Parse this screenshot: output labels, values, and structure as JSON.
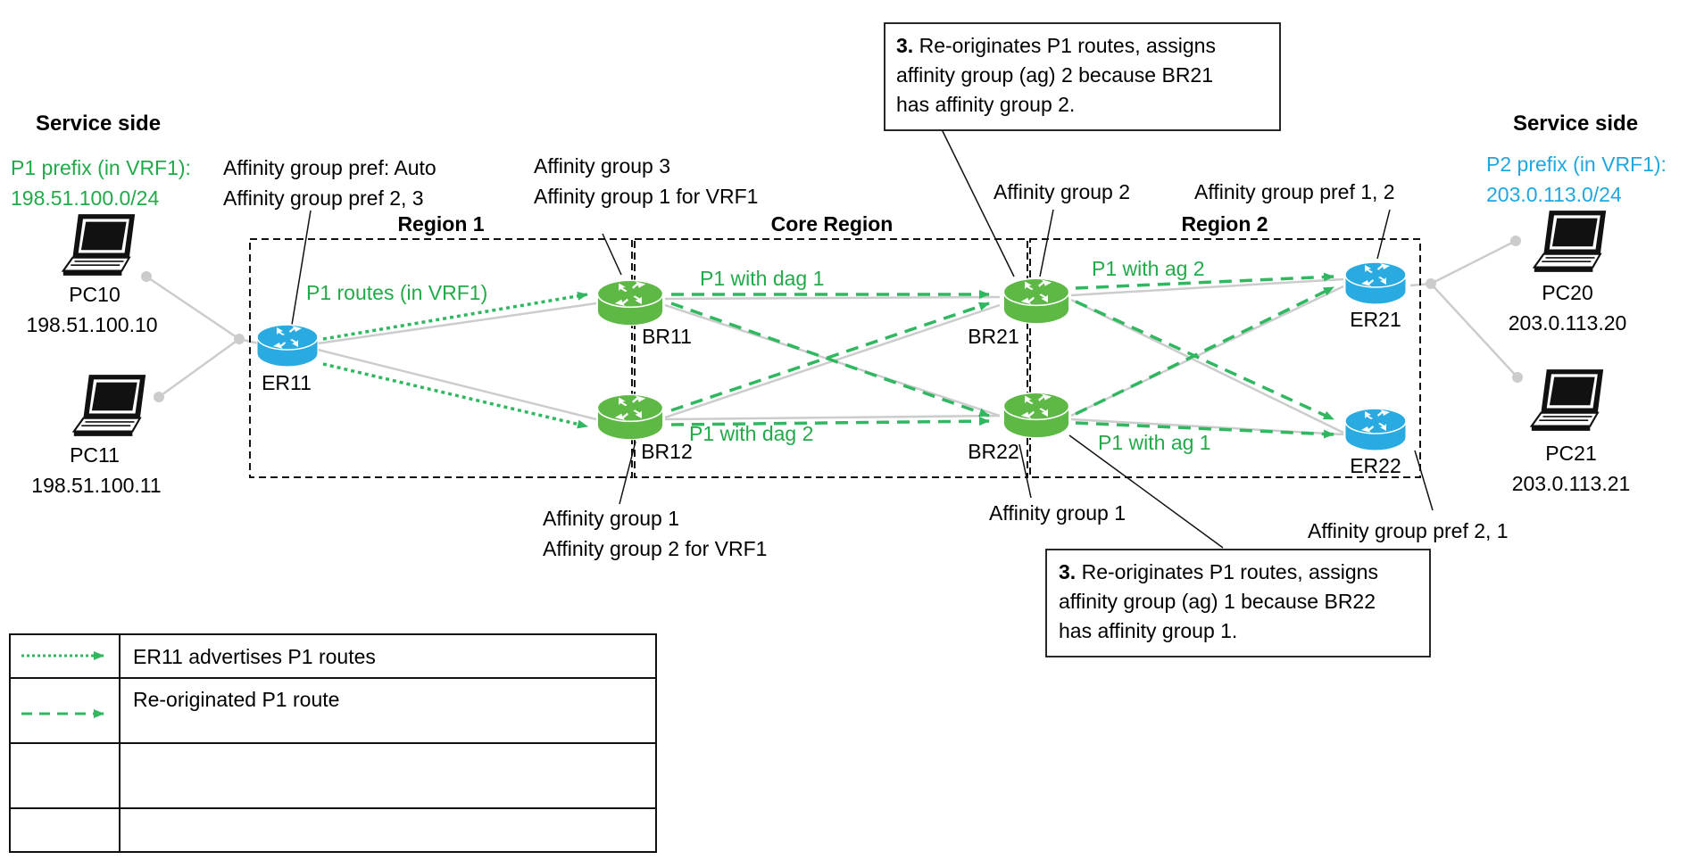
{
  "colors": {
    "edge_router": "#29abe2",
    "border_router": "#5db845",
    "route_green": "#2fb860",
    "p1_prefix": "#22aa4a",
    "p2_prefix": "#1fa7e0",
    "link_gray": "#cccccc",
    "text": "#000000"
  },
  "left_side": {
    "heading": "Service side",
    "prefix_label": "P1 prefix (in VRF1):",
    "prefix_value": "198.51.100.0/24",
    "pc10": {
      "name": "PC10",
      "ip": "198.51.100.10"
    },
    "pc11": {
      "name": "PC11",
      "ip": "198.51.100.11"
    }
  },
  "right_side": {
    "heading": "Service side",
    "prefix_label": "P2 prefix (in VRF1):",
    "prefix_value": "203.0.113.0/24",
    "pc20": {
      "name": "PC20",
      "ip": "203.0.113.20"
    },
    "pc21": {
      "name": "PC21",
      "ip": "203.0.113.21"
    }
  },
  "regions": {
    "region1": "Region 1",
    "core": "Core Region",
    "region2": "Region 2"
  },
  "routers": {
    "er11": "ER11",
    "br11": "BR11",
    "br12": "BR12",
    "br21": "BR21",
    "br22": "BR22",
    "er21": "ER21",
    "er22": "ER22"
  },
  "annotations": {
    "er11_line1": "Affinity group pref: Auto",
    "er11_line2": "Affinity group pref 2, 3",
    "br11_line1": "Affinity group  3",
    "br11_line2": "Affinity group 1 for VRF1",
    "br12_line1": "Affinity group 1",
    "br12_line2": "Affinity group 2 for VRF1",
    "br21": "Affinity group 2",
    "br22": "Affinity group 1",
    "er21": "Affinity group pref 1, 2",
    "er22": "Affinity group pref 2, 1"
  },
  "route_labels": {
    "p1_routes": "P1 routes (in VRF1)",
    "dag1": "P1 with dag 1",
    "dag2": "P1 with dag 2",
    "ag2": "P1 with ag 2",
    "ag1": "P1 with ag 1"
  },
  "callout_top": {
    "step": "3.",
    "line1": " Re-originates P1 routes, assigns",
    "line2": "affinity group (ag) 2 because BR21",
    "line3": "has affinity group 2."
  },
  "callout_bottom": {
    "step": "3.",
    "line1": " Re-originates P1 routes, assigns",
    "line2": "affinity group (ag) 1 because BR22",
    "line3": "has affinity group 1."
  },
  "legend": {
    "row1": "ER11 advertises P1 routes",
    "row2": "Re-originated P1 route",
    "row3": "",
    "row4": ""
  }
}
